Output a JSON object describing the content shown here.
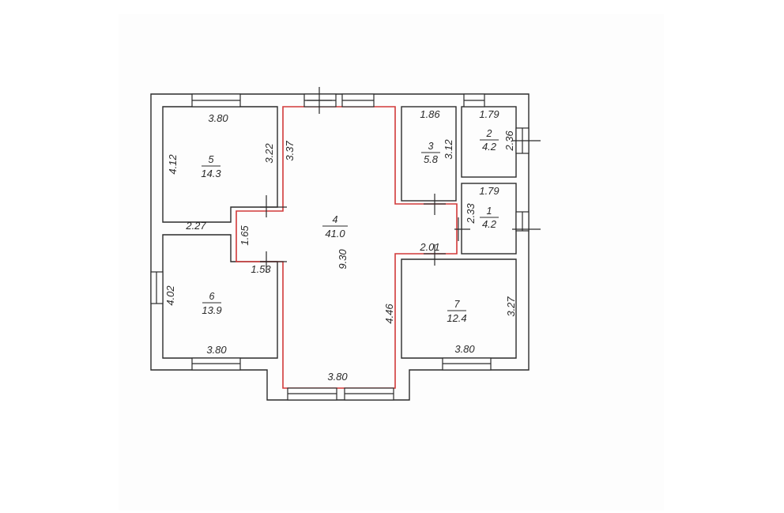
{
  "colors": {
    "wall": "#2b2b2b",
    "highlight": "#d23a3a",
    "text": "#2a2a2a"
  },
  "rooms": [
    {
      "id": "r1",
      "number": "1",
      "area": "4.2"
    },
    {
      "id": "r2",
      "number": "2",
      "area": "4.2"
    },
    {
      "id": "r3",
      "number": "3",
      "area": "5.8"
    },
    {
      "id": "r4",
      "number": "4",
      "area": "41.0"
    },
    {
      "id": "r5",
      "number": "5",
      "area": "14.3"
    },
    {
      "id": "r6",
      "number": "6",
      "area": "13.9"
    },
    {
      "id": "r7",
      "number": "7",
      "area": "12.4"
    }
  ],
  "dimensions": {
    "r5_top": "3.80",
    "r5_left": "4.12",
    "r5_right": "3.22",
    "r5_bottom": "2.27",
    "r4_leftUpper": "3.37",
    "r4_niche": "1.65",
    "r4_nicheBottom": "1.53",
    "r4_height": "9.30",
    "r4_rightLower": "4.46",
    "r4_bottom": "3.80",
    "r4_rightStep": "2.01",
    "r6_left": "4.02",
    "r6_bottom": "3.80",
    "r3_top": "1.86",
    "r3_right": "3.12",
    "r2_top": "1.79",
    "r2_right": "2.36",
    "r1_top": "1.79",
    "r1_left": "2.33",
    "r7_right": "3.27",
    "r7_bottom": "3.80"
  }
}
